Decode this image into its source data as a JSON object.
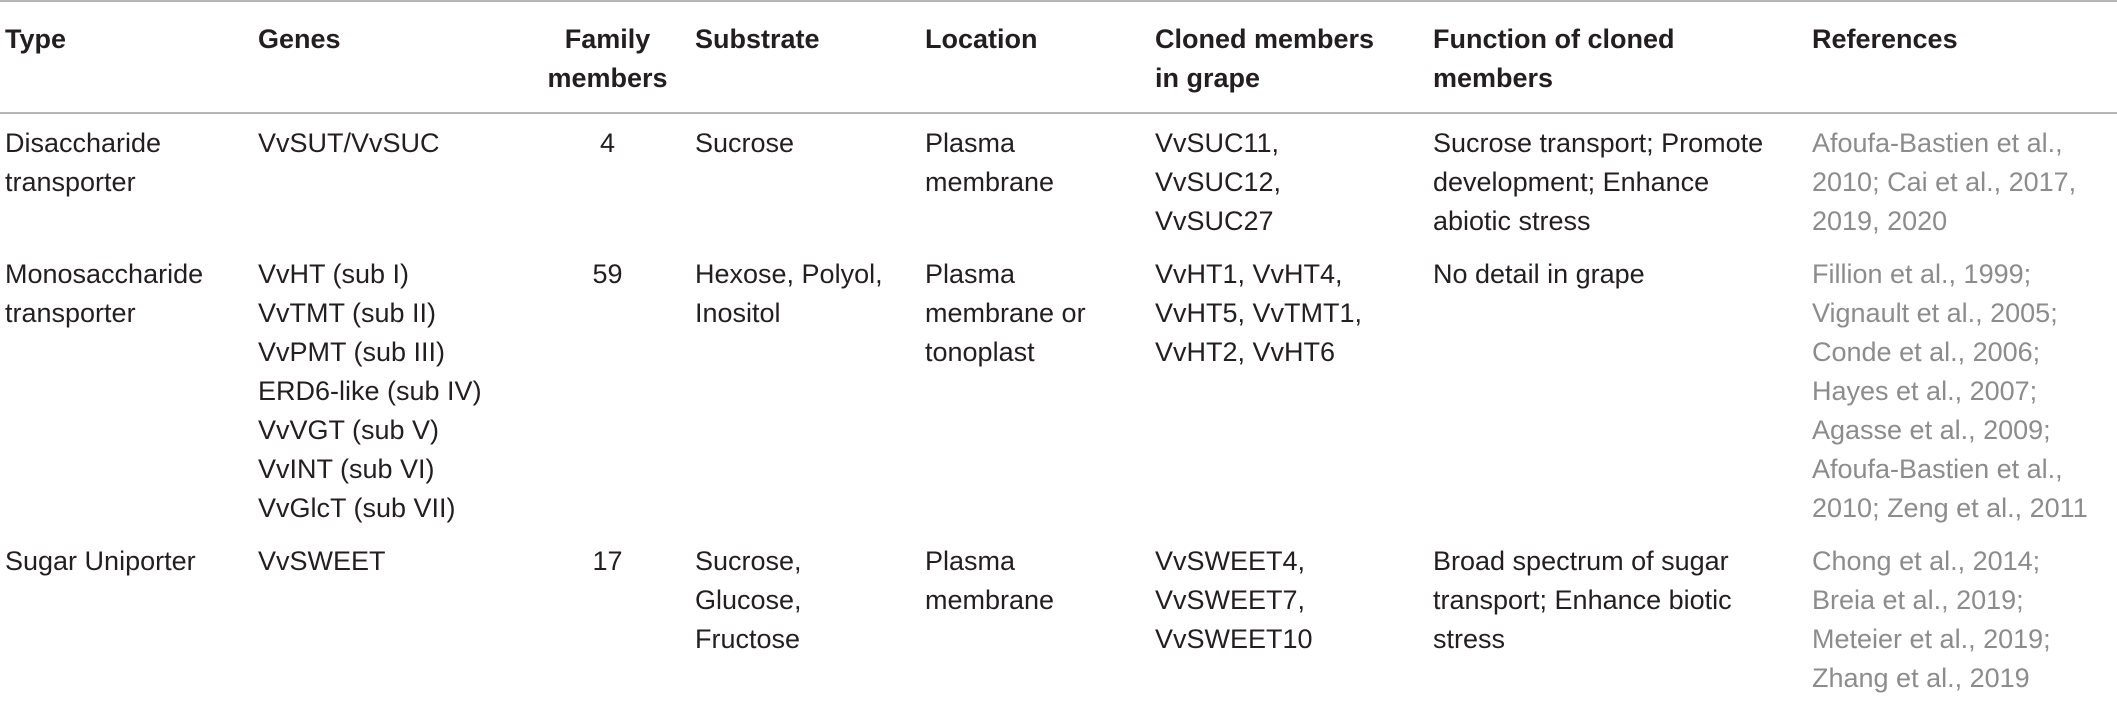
{
  "headers": [
    [
      "Type"
    ],
    [
      "Genes"
    ],
    [
      "Family",
      "members"
    ],
    [
      "Substrate"
    ],
    [
      "Location"
    ],
    [
      "Cloned members",
      "in grape"
    ],
    [
      "Function of cloned",
      "members"
    ],
    [
      "References"
    ]
  ],
  "rows": [
    {
      "type": [
        "Disaccharide",
        "transporter"
      ],
      "genes": [
        "VvSUT/VvSUC"
      ],
      "family": "4",
      "substrate": [
        "Sucrose"
      ],
      "location": [
        "Plasma",
        "membrane"
      ],
      "cloned": [
        "VvSUC11,",
        "VvSUC12,",
        "VvSUC27"
      ],
      "function": [
        "Sucrose transport; Promote",
        "development; Enhance",
        "abiotic stress"
      ],
      "references": [
        "Afoufa-Bastien et al.,",
        "2010; Cai et al., 2017,",
        "2019, 2020"
      ]
    },
    {
      "type": [
        "Monosaccharide",
        "transporter"
      ],
      "genes": [
        "VvHT (sub I)",
        "VvTMT (sub II)",
        "VvPMT (sub III)",
        "ERD6-like (sub IV)",
        "VvVGT (sub V)",
        "VvINT (sub VI)",
        "VvGlcT (sub VII)"
      ],
      "family": "59",
      "substrate": [
        "Hexose, Polyol,",
        "Inositol"
      ],
      "location": [
        "Plasma",
        "membrane or",
        "tonoplast"
      ],
      "cloned": [
        "VvHT1, VvHT4,",
        "VvHT5, VvTMT1,",
        "VvHT2, VvHT6"
      ],
      "function": [
        "No detail in grape"
      ],
      "references": [
        "Fillion et al., 1999;",
        "Vignault et al., 2005;",
        "Conde et al., 2006;",
        "Hayes et al., 2007;",
        "Agasse et al., 2009;",
        "Afoufa-Bastien et al.,",
        "2010; Zeng et al., 2011"
      ]
    },
    {
      "type": [
        "Sugar Uniporter"
      ],
      "genes": [
        "VvSWEET"
      ],
      "family": "17",
      "substrate": [
        "Sucrose,",
        "Glucose,",
        "Fructose"
      ],
      "location": [
        "Plasma",
        "membrane"
      ],
      "cloned": [
        "VvSWEET4,",
        "VvSWEET7,",
        "VvSWEET10"
      ],
      "function": [
        "Broad spectrum of sugar",
        "transport; Enhance biotic",
        "stress"
      ],
      "references": [
        "Chong et al., 2014;",
        "Breia et al., 2019;",
        "Meteier et al., 2019;",
        "Zhang et al., 2019"
      ]
    }
  ]
}
